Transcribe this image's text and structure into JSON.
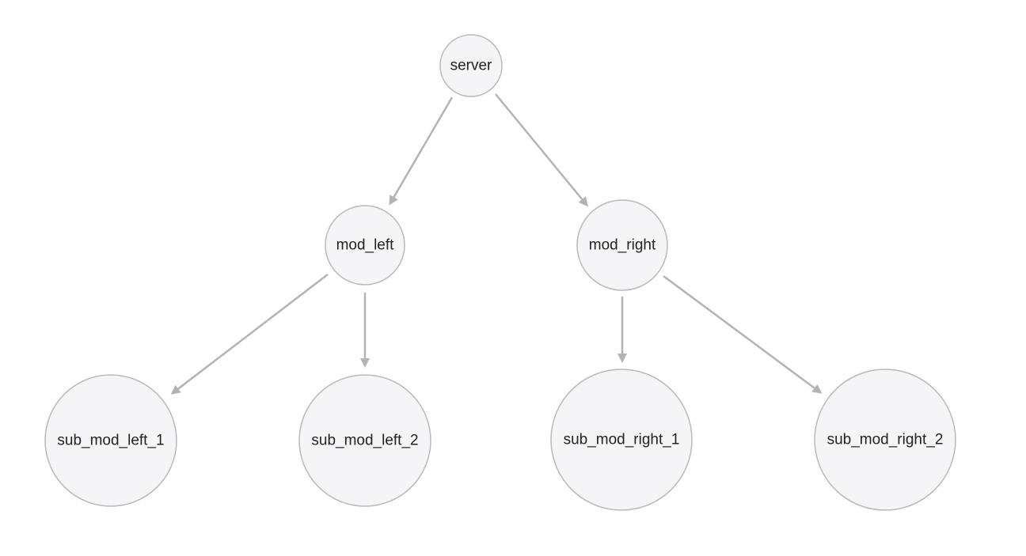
{
  "diagram": {
    "edge_color": "#b3b3b3",
    "node_fill": "#f5f5f7",
    "node_stroke": "#b9b9b9",
    "nodes": {
      "server": "server",
      "mod_left": "mod_left",
      "mod_right": "mod_right",
      "sub_mod_left_1": "sub_mod_left_1",
      "sub_mod_left_2": "sub_mod_left_2",
      "sub_mod_right_1": "sub_mod_right_1",
      "sub_mod_right_2": "sub_mod_right_2"
    },
    "edges": [
      {
        "from": "server",
        "to": "mod_left"
      },
      {
        "from": "server",
        "to": "mod_right"
      },
      {
        "from": "mod_left",
        "to": "sub_mod_left_1"
      },
      {
        "from": "mod_left",
        "to": "sub_mod_left_2"
      },
      {
        "from": "mod_right",
        "to": "sub_mod_right_1"
      },
      {
        "from": "mod_right",
        "to": "sub_mod_right_2"
      }
    ]
  }
}
